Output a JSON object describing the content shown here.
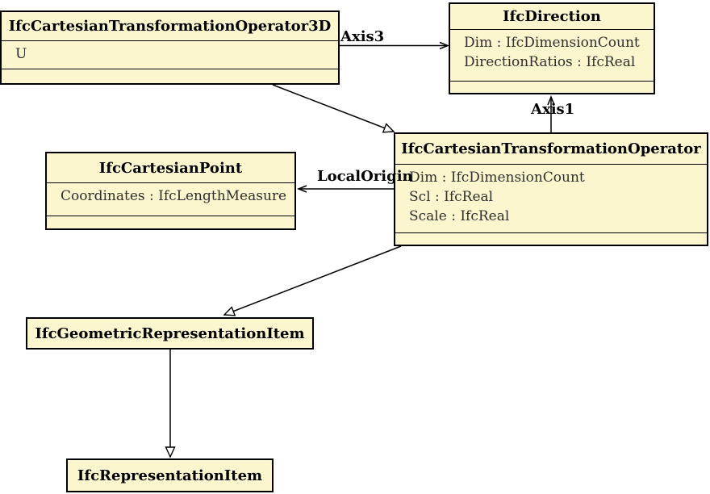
{
  "diagram": {
    "type": "uml-class-diagram",
    "classes": [
      {
        "name": "IfcCartesianTransformationOperator3D",
        "attributes": [
          "U"
        ]
      },
      {
        "name": "IfcDirection",
        "attributes": [
          "Dim : IfcDimensionCount",
          "DirectionRatios : IfcReal"
        ]
      },
      {
        "name": "IfcCartesianPoint",
        "attributes": [
          "Coordinates : IfcLengthMeasure"
        ]
      },
      {
        "name": "IfcCartesianTransformationOperator",
        "attributes": [
          "Dim : IfcDimensionCount",
          "Scl : IfcReal",
          "Scale : IfcReal"
        ]
      },
      {
        "name": "IfcGeometricRepresentationItem",
        "attributes": []
      },
      {
        "name": "IfcRepresentationItem",
        "attributes": []
      }
    ],
    "associations": [
      {
        "label": "Axis3",
        "from": "IfcCartesianTransformationOperator3D",
        "to": "IfcDirection"
      },
      {
        "label": "Axis1",
        "from": "IfcCartesianTransformationOperator",
        "to": "IfcDirection"
      },
      {
        "label": "LocalOrigin",
        "from": "IfcCartesianTransformationOperator",
        "to": "IfcCartesianPoint"
      }
    ],
    "generalizations": [
      {
        "from": "IfcCartesianTransformationOperator3D",
        "to": "IfcCartesianTransformationOperator"
      },
      {
        "from": "IfcCartesianTransformationOperator",
        "to": "IfcGeometricRepresentationItem"
      },
      {
        "from": "IfcGeometricRepresentationItem",
        "to": "IfcRepresentationItem"
      }
    ],
    "colors": {
      "class_fill": "#FBF6CE",
      "border": "#000000",
      "title_text": "#000000",
      "attribute_text": "#2F2F2F"
    }
  }
}
